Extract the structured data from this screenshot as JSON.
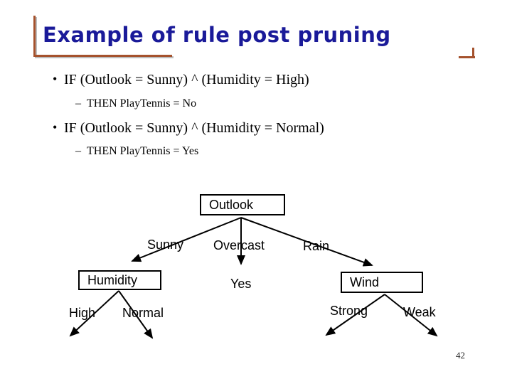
{
  "slide": {
    "title": "Example of rule post pruning",
    "page_number": "42"
  },
  "bullets": [
    {
      "marker": "•",
      "text": "IF (Outlook = Sunny) ^ (Humidity = High)",
      "sub_marker": "–",
      "sub_text": "THEN PlayTennis = No"
    },
    {
      "marker": "•",
      "text": "IF (Outlook = Sunny) ^ (Humidity = Normal)",
      "sub_marker": "–",
      "sub_text": "THEN PlayTennis = Yes"
    }
  ],
  "tree": {
    "root": "Outlook",
    "branch_sunny": "Sunny",
    "branch_overcast": "Overcast",
    "branch_rain": "Rain",
    "node_humidity": "Humidity",
    "leaf_yes": "Yes",
    "node_wind": "Wind",
    "branch_high": "High",
    "branch_normal": "Normal",
    "branch_strong": "Strong",
    "branch_weak": "Weak"
  },
  "colors": {
    "title_text": "#1a1a99",
    "accent_bracket": "#a5522d",
    "tree_ink": "#000000",
    "background": "#ffffff"
  }
}
